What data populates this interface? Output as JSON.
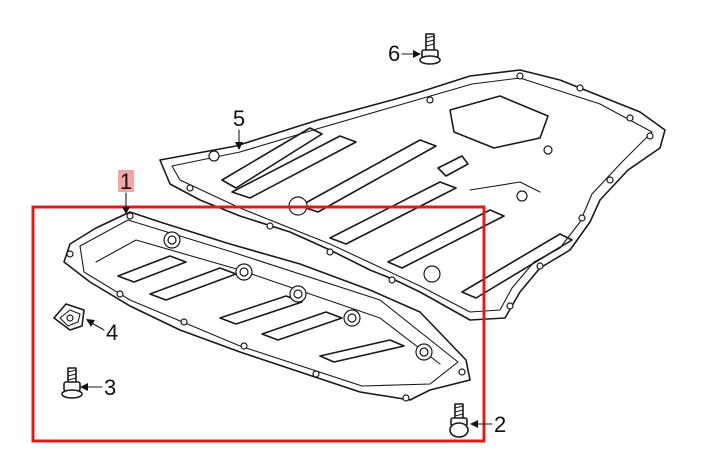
{
  "callouts": {
    "part1": "1",
    "part2": "2",
    "part3": "3",
    "part4": "4",
    "part5": "5",
    "part6": "6"
  },
  "colors": {
    "highlight_box": "#e01b1b",
    "label_highlight": "#f4a6a6",
    "line": "#1a1a1a"
  }
}
